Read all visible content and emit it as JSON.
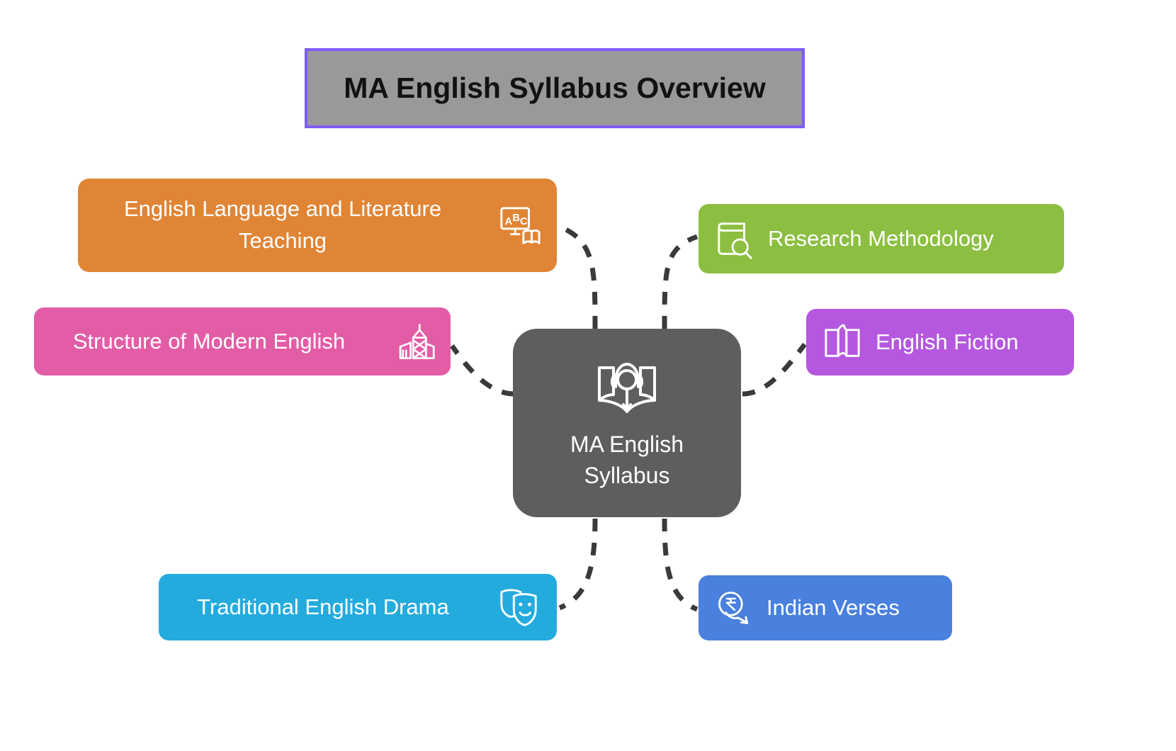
{
  "title": {
    "text": "MA English Syllabus Overview",
    "fill_color": "#999999",
    "border_color": "#7C5CFC",
    "text_color": "#121212"
  },
  "center": {
    "label": "MA English\nSyllabus",
    "icon": "audiobook-icon",
    "color": "#5E5E5E",
    "text_color": "#FFFFFF"
  },
  "connector": {
    "style": "dashed",
    "color": "#3A3A3A"
  },
  "branches": [
    {
      "id": "english-language-and-literature-teaching",
      "label": "English Language and Literature\nTeaching",
      "icon": "abc-board-icon",
      "color": "#E08535",
      "side": "left"
    },
    {
      "id": "structure-of-modern-english",
      "label": "Structure of Modern English",
      "icon": "building-icon",
      "color": "#E35CA6",
      "side": "left"
    },
    {
      "id": "traditional-english-drama",
      "label": "Traditional English Drama",
      "icon": "theatre-masks-icon",
      "color": "#24ABDD",
      "side": "left"
    },
    {
      "id": "research-methodology",
      "label": "Research Methodology",
      "icon": "book-search-icon",
      "color": "#8CBF41",
      "side": "right"
    },
    {
      "id": "english-fiction",
      "label": "English Fiction",
      "icon": "open-book-icon",
      "color": "#B558DF",
      "side": "right"
    },
    {
      "id": "indian-verses",
      "label": "Indian Verses",
      "icon": "rupee-coin-arrow-icon",
      "color": "#4A80DE",
      "side": "right"
    }
  ]
}
